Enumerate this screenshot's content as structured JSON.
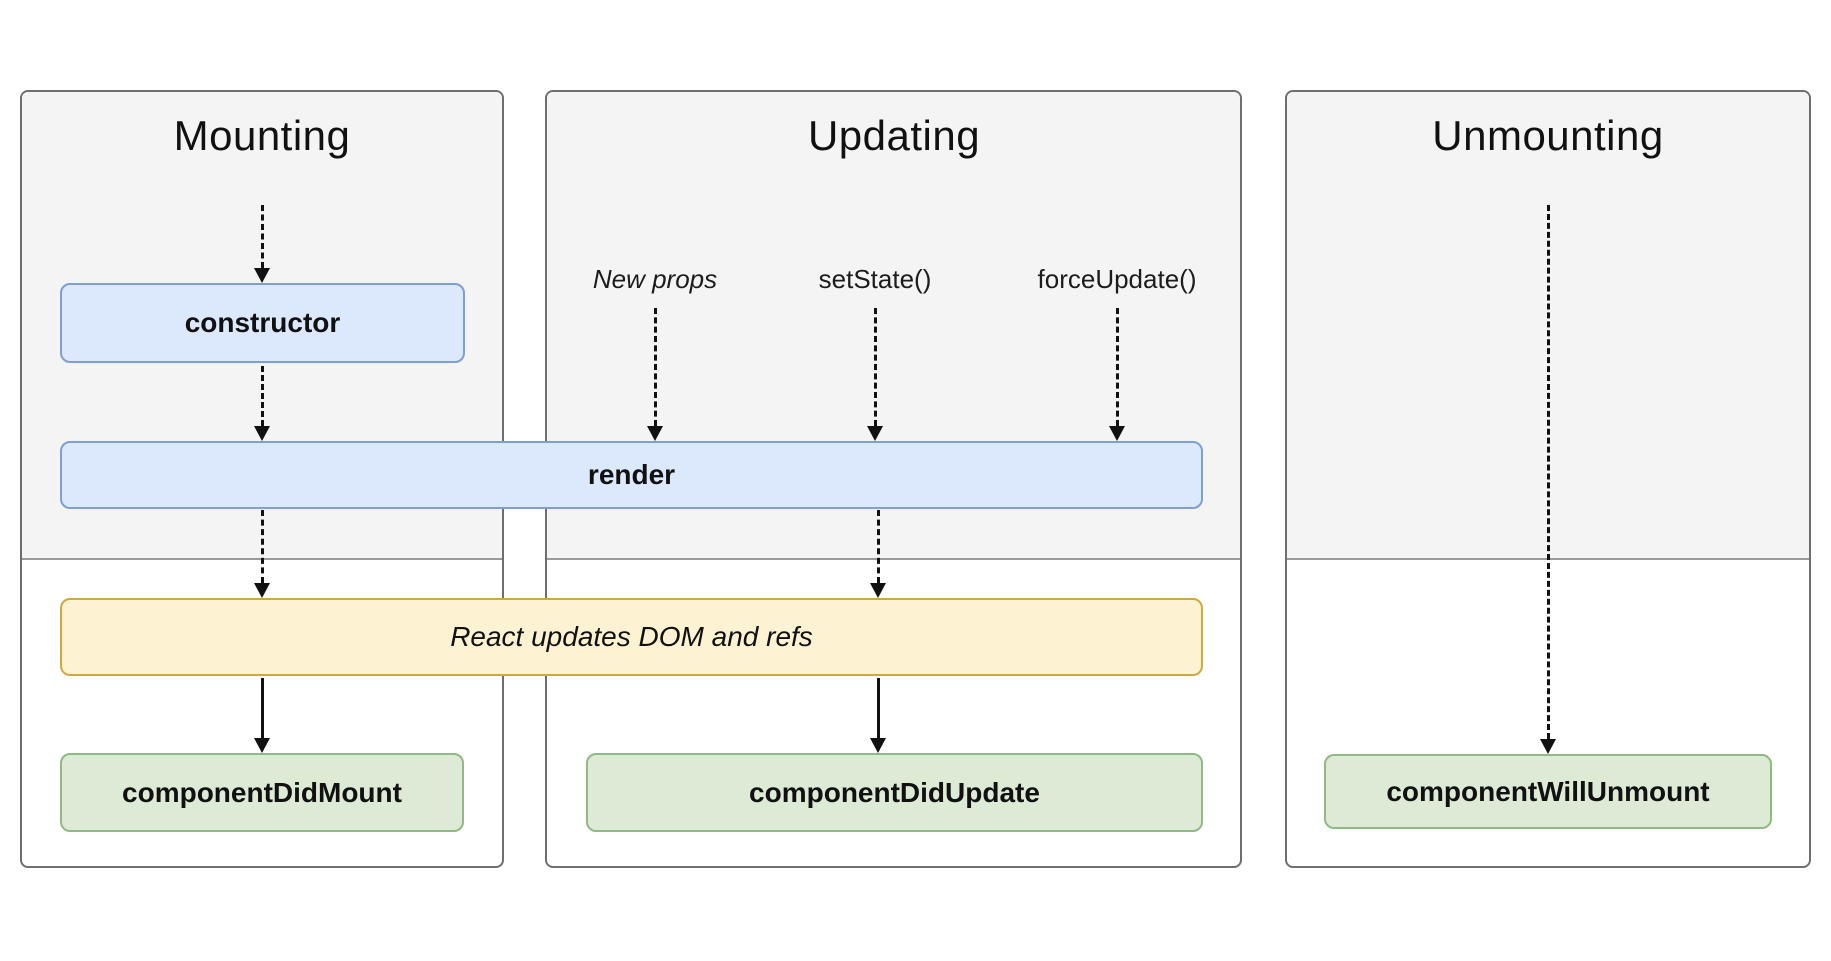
{
  "columns": [
    {
      "id": "mounting",
      "title": "Mounting"
    },
    {
      "id": "updating",
      "title": "Updating"
    },
    {
      "id": "unmounting",
      "title": "Unmounting"
    }
  ],
  "triggers": {
    "new_props": "New props",
    "set_state": "setState()",
    "force_update": "forceUpdate()"
  },
  "nodes": {
    "constructor": "constructor",
    "render": "render",
    "react_updates": "React updates DOM and refs",
    "component_did_mount": "componentDidMount",
    "component_did_update": "componentDidUpdate",
    "component_will_unmount": "componentWillUnmount"
  },
  "colors": {
    "column_bg": "#f4f4f4",
    "column_border": "#6e6e6e",
    "divider": "#9a9a9a",
    "blue_fill": "#dce8fc",
    "blue_border": "#7e9ed6",
    "yellow_fill": "#fdf2d2",
    "yellow_border": "#cfa83f",
    "green_fill": "#ddead6",
    "green_border": "#8fba85",
    "arrow": "#111111",
    "text": "#111111",
    "page_bg": "#ffffff"
  }
}
